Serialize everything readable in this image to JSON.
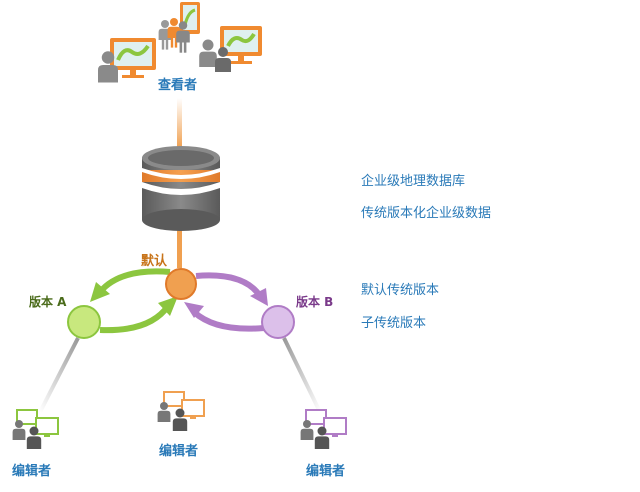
{
  "viewers": {
    "label": "查看者"
  },
  "database": {
    "label_line1": "企业级地理数据库",
    "label_line2": "传统版本化企业级数据"
  },
  "versions": {
    "default_label": "默认",
    "a_label": "版本 A",
    "b_label": "版本 B"
  },
  "legend": {
    "default_label": "默认传统版本",
    "child_label": "子传统版本"
  },
  "editors": {
    "left": "编辑者",
    "center": "编辑者",
    "right": "编辑者"
  },
  "colors": {
    "orange": "#f0a050",
    "orange_dark": "#e07a2a",
    "green": "#8cc63f",
    "green_light": "#c8e87e",
    "purple": "#b07cc6",
    "purple_light": "#dcc0ea",
    "db_gray": "#7a7a7a",
    "person_gray": "#8a8a8a",
    "label_blue": "#2a7ab8",
    "default_label": "#c8741a",
    "version_a_label": "#4a6b1a",
    "version_b_label": "#7a3a8a"
  }
}
